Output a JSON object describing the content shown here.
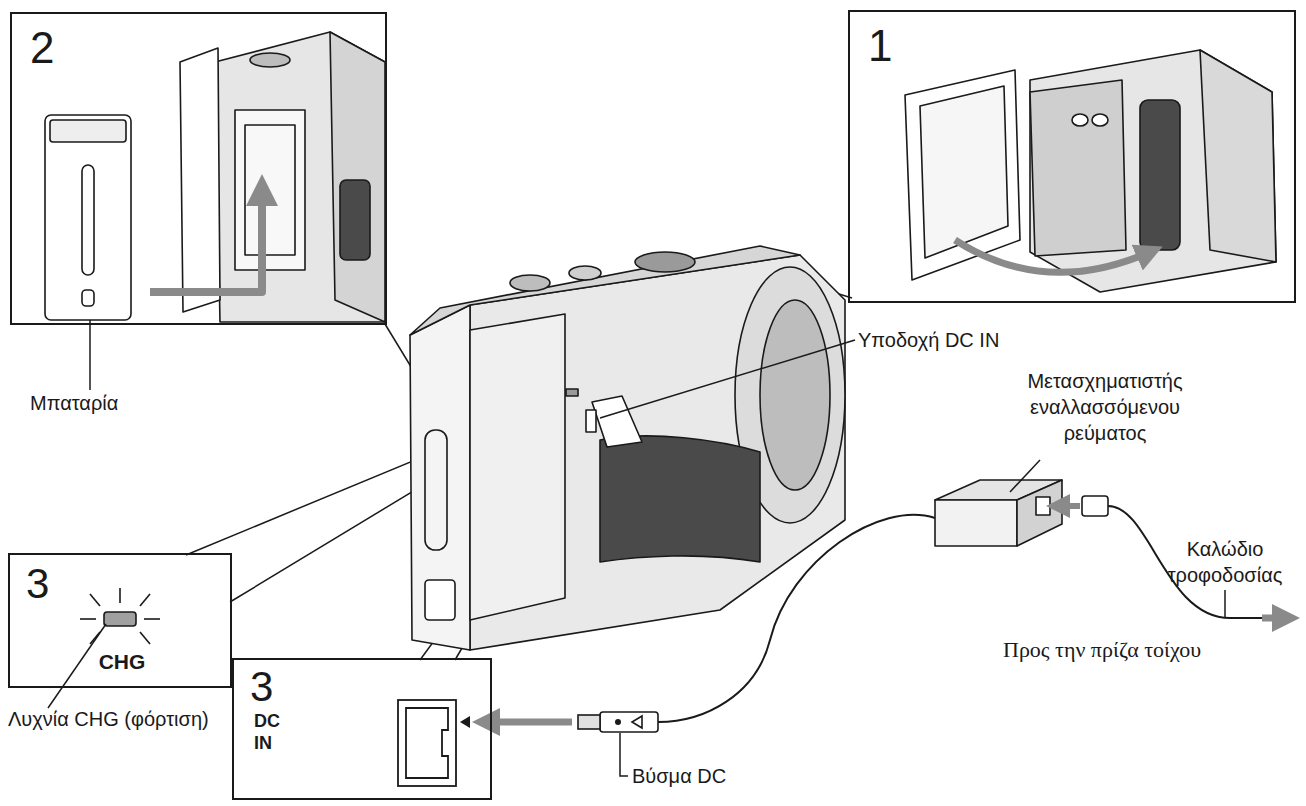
{
  "diagram": {
    "nodes": [
      {
        "text": [
          "1"
        ]
      },
      {
        "text": [
          "2"
        ]
      },
      {
        "text": [
          "3",
          "CHG"
        ]
      },
      {
        "text": [
          "3",
          "DC IN"
        ]
      }
    ],
    "labels": [
      "Υποδοχή DC IN",
      "Μπαταρία",
      "Μετασχηματιστής εναλλασσόμενου ρεύματος",
      "Καλώδιο τροφοδοσίας",
      "Προς την πρίζα τοίχου",
      "Λυχνία CHG (φόρτιση)",
      "Βύσμα DC"
    ]
  }
}
